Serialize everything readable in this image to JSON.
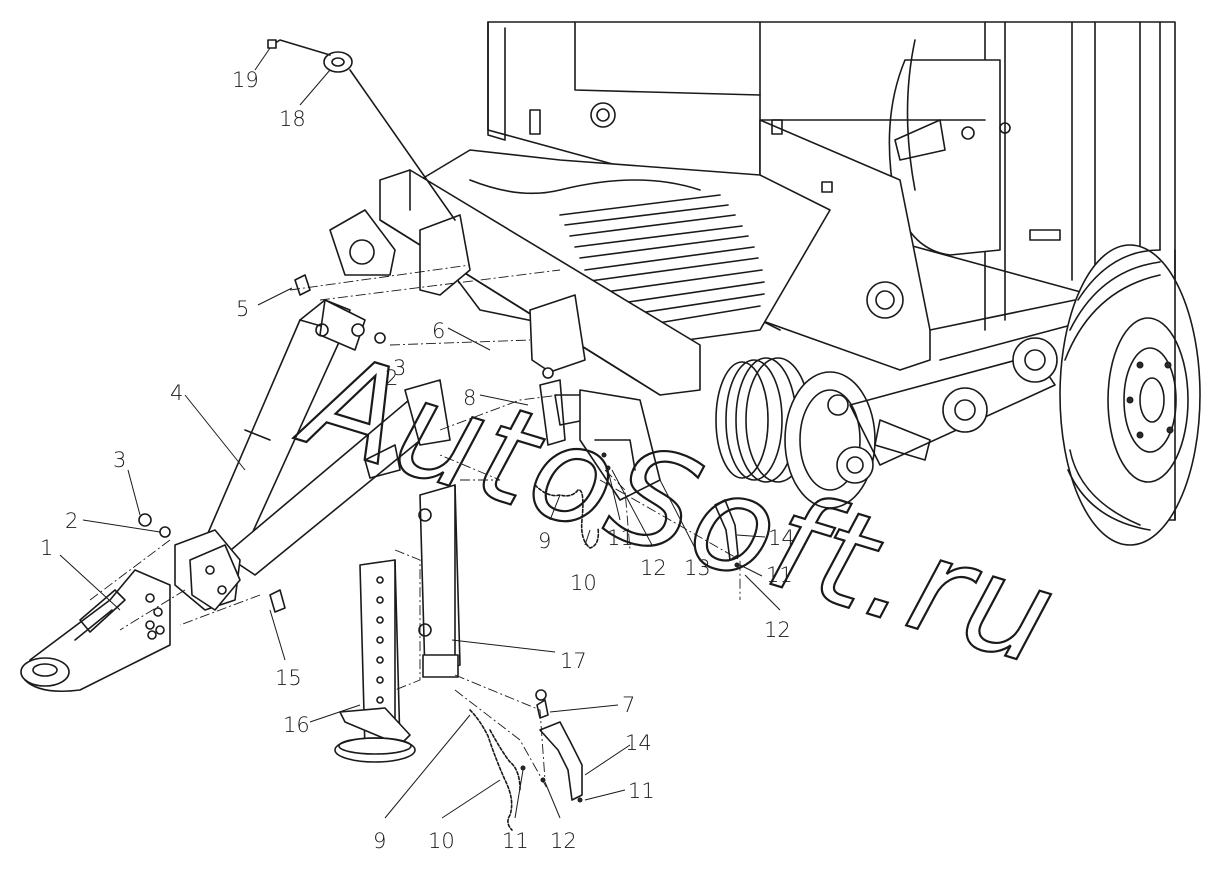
{
  "watermark": "AutoSoft.ru",
  "callouts": [
    "1",
    "2",
    "2",
    "3",
    "3",
    "4",
    "5",
    "6",
    "7",
    "8",
    "9",
    "9",
    "10",
    "10",
    "11",
    "11",
    "11",
    "11",
    "12",
    "12",
    "12",
    "13",
    "14",
    "14",
    "15",
    "16",
    "17",
    "18",
    "19"
  ]
}
